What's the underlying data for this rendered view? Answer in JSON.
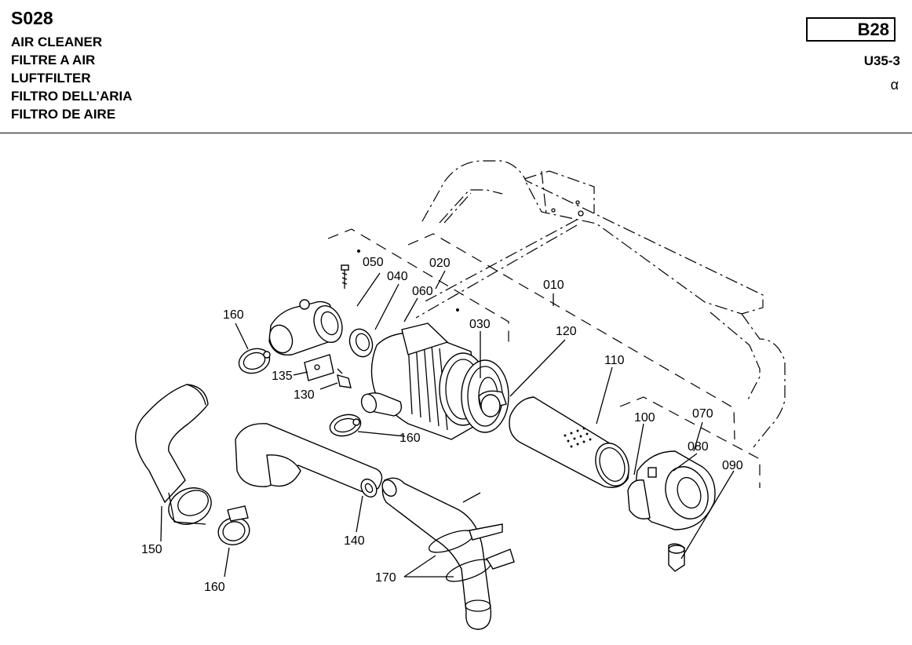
{
  "header": {
    "sheet_code": "S028",
    "titles": [
      "AIR CLEANER",
      "FILTRE A AIR",
      "LUFTFILTER",
      "FILTRO DELL’ARIA",
      "FILTRO DE AIRE"
    ],
    "page_code": "B28",
    "model_code": "U35-3",
    "revision_mark": "α"
  },
  "callouts": {
    "p010": "010",
    "p020": "020",
    "p030": "030",
    "p040": "040",
    "p050": "050",
    "p060": "060",
    "p070": "070",
    "p080": "080",
    "p090": "090",
    "p100": "100",
    "p110": "110",
    "p120": "120",
    "p130": "130",
    "p135": "135",
    "p140": "140",
    "p150": "150",
    "p160a": "160",
    "p160b": "160",
    "p160c": "160",
    "p170": "170"
  }
}
